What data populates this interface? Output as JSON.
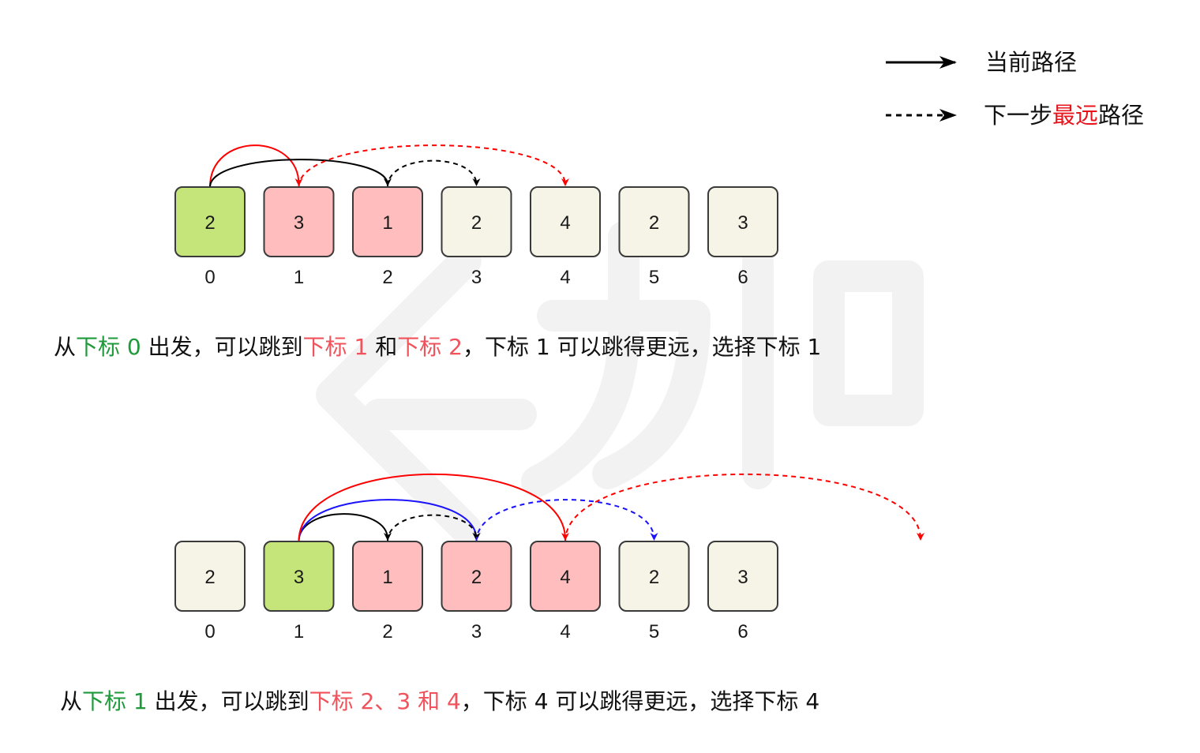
{
  "legend": {
    "items": [
      {
        "style": "solid",
        "segments": [
          {
            "text": "当前路径",
            "tone": "normal"
          }
        ]
      },
      {
        "style": "dashed",
        "segments": [
          {
            "text": "下一步",
            "tone": "normal"
          },
          {
            "text": "最远",
            "tone": "hl"
          },
          {
            "text": "路径",
            "tone": "normal"
          }
        ]
      }
    ]
  },
  "colors": {
    "current": "#c5e57a",
    "candidate": "#ffbdbd",
    "default": "#f6f4e7",
    "border": "#3a3a3a",
    "black_arrow": "#000000",
    "red_arrow": "#ff0000",
    "blue_arrow": "#1a12ff"
  },
  "steps": [
    {
      "cells": [
        {
          "value": "2",
          "index": "0",
          "state": "current"
        },
        {
          "value": "3",
          "index": "1",
          "state": "candidate"
        },
        {
          "value": "1",
          "index": "2",
          "state": "candidate"
        },
        {
          "value": "2",
          "index": "3",
          "state": "default"
        },
        {
          "value": "4",
          "index": "4",
          "state": "default"
        },
        {
          "value": "2",
          "index": "5",
          "state": "default"
        },
        {
          "value": "3",
          "index": "6",
          "state": "default"
        }
      ],
      "arrows": [
        {
          "from": 0,
          "to": 1,
          "color": "red",
          "style": "solid"
        },
        {
          "from": 0,
          "to": 2,
          "color": "black",
          "style": "solid"
        },
        {
          "from": 2,
          "to": 3,
          "color": "black",
          "style": "dashed"
        },
        {
          "from": 1,
          "to": 4,
          "color": "red",
          "style": "dashed"
        }
      ],
      "caption": [
        {
          "text": "从",
          "tone": "normal"
        },
        {
          "text": "下标 0",
          "tone": "green"
        },
        {
          "text": " 出发，可以跳到",
          "tone": "normal"
        },
        {
          "text": "下标 1",
          "tone": "red"
        },
        {
          "text": " 和",
          "tone": "normal"
        },
        {
          "text": "下标 2",
          "tone": "red"
        },
        {
          "text": "，下标 1 可以跳得更远，选择下标 1",
          "tone": "normal"
        }
      ]
    },
    {
      "cells": [
        {
          "value": "2",
          "index": "0",
          "state": "default"
        },
        {
          "value": "3",
          "index": "1",
          "state": "current"
        },
        {
          "value": "1",
          "index": "2",
          "state": "candidate"
        },
        {
          "value": "2",
          "index": "3",
          "state": "candidate"
        },
        {
          "value": "4",
          "index": "4",
          "state": "candidate"
        },
        {
          "value": "2",
          "index": "5",
          "state": "default"
        },
        {
          "value": "3",
          "index": "6",
          "state": "default"
        }
      ],
      "arrows": [
        {
          "from": 1,
          "to": 2,
          "color": "black",
          "style": "solid"
        },
        {
          "from": 1,
          "to": 3,
          "color": "blue",
          "style": "solid"
        },
        {
          "from": 1,
          "to": 4,
          "color": "red",
          "style": "solid"
        },
        {
          "from": 2,
          "to": 3,
          "color": "black",
          "style": "dashed"
        },
        {
          "from": 3,
          "to": 5,
          "color": "blue",
          "style": "dashed"
        },
        {
          "from": 4,
          "to": 8,
          "color": "red",
          "style": "dashed"
        }
      ],
      "caption": [
        {
          "text": "从",
          "tone": "normal"
        },
        {
          "text": "下标 1",
          "tone": "green"
        },
        {
          "text": " 出发，可以跳到",
          "tone": "normal"
        },
        {
          "text": "下标 2、3 和 4",
          "tone": "red"
        },
        {
          "text": "，下标 4 可以跳得更远，选择下标 4",
          "tone": "normal"
        }
      ]
    }
  ]
}
